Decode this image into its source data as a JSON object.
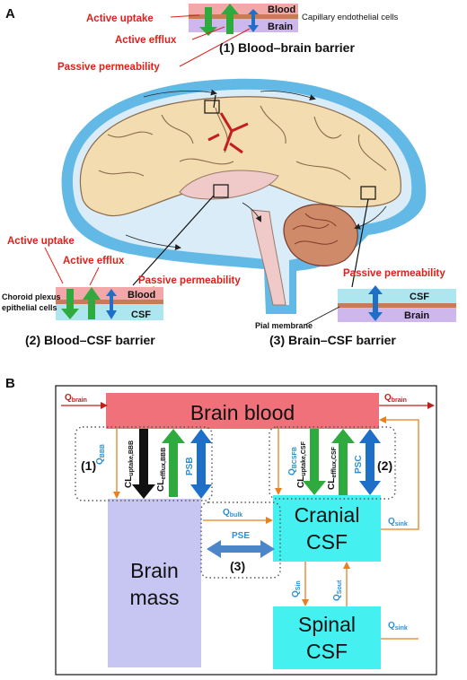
{
  "panelA": {
    "panel_label": "A",
    "bbb": {
      "blood": "Blood",
      "brain": "Brain",
      "cells": "Capillary endothelial cells",
      "active_uptake": "Active uptake",
      "active_efflux": "Active efflux",
      "passive": "Passive permeability",
      "title": "(1) Blood–brain barrier"
    },
    "bcsf": {
      "active_uptake": "Active uptake",
      "active_efflux": "Active efflux",
      "passive": "Passive permeability",
      "blood": "Blood",
      "csf": "CSF",
      "cells_line1": "Choroid plexus",
      "cells_line2": "epithelial cells",
      "title": "(2) Blood–CSF barrier"
    },
    "brcsf": {
      "passive": "Passive permeability",
      "csf": "CSF",
      "brain": "Brain",
      "membrane": "Pial membrane",
      "title": "(3) Brain–CSF barrier"
    }
  },
  "panelB": {
    "panel_label": "B",
    "brain_blood": "Brain blood",
    "brain_mass_1": "Brain",
    "brain_mass_2": "mass",
    "cranial_1": "Cranial",
    "cranial_2": "CSF",
    "spinal_1": "Spinal",
    "spinal_2": "CSF",
    "q_brain_main": "Q",
    "q_brain_sub": "brain",
    "q_bbb_main": "Q",
    "q_bbb_sub": "BBB",
    "q_bcsfb_main": "Q",
    "q_bcsfb_sub": "BCSFB",
    "q_bulk_main": "Q",
    "q_bulk_sub": "bulk",
    "q_sink_main": "Q",
    "q_sink_sub": "sink",
    "q_sin_main": "Q",
    "q_sin_sub": "Sin",
    "q_sout_main": "Q",
    "q_sout_sub": "Sout",
    "cl_up_bbb_main": "CL",
    "cl_up_bbb_sub": "uptake,BBB",
    "cl_ef_bbb_main": "CL",
    "cl_ef_bbb_sub": "efflux,BBB",
    "cl_up_csf_main": "CL",
    "cl_up_csf_sub": "uptake,CSF",
    "cl_ef_csf_main": "CL",
    "cl_ef_csf_sub": "efflux,CSF",
    "psb": "PSB",
    "psc": "PSC",
    "pse": "PSE",
    "grp1": "(1)",
    "grp2": "(2)",
    "grp3": "(3)"
  },
  "colors": {
    "label_red": "#e0201b",
    "flow_blue": "#2b8fd6",
    "blood_pink": "#f0717a",
    "brain_mass": "#c7c5f2",
    "csf_cyan": "#44f0f0",
    "orange_flow": "#e8801e",
    "green_arrow": "#2faa3f",
    "blue_arrow": "#1e6fc8"
  }
}
